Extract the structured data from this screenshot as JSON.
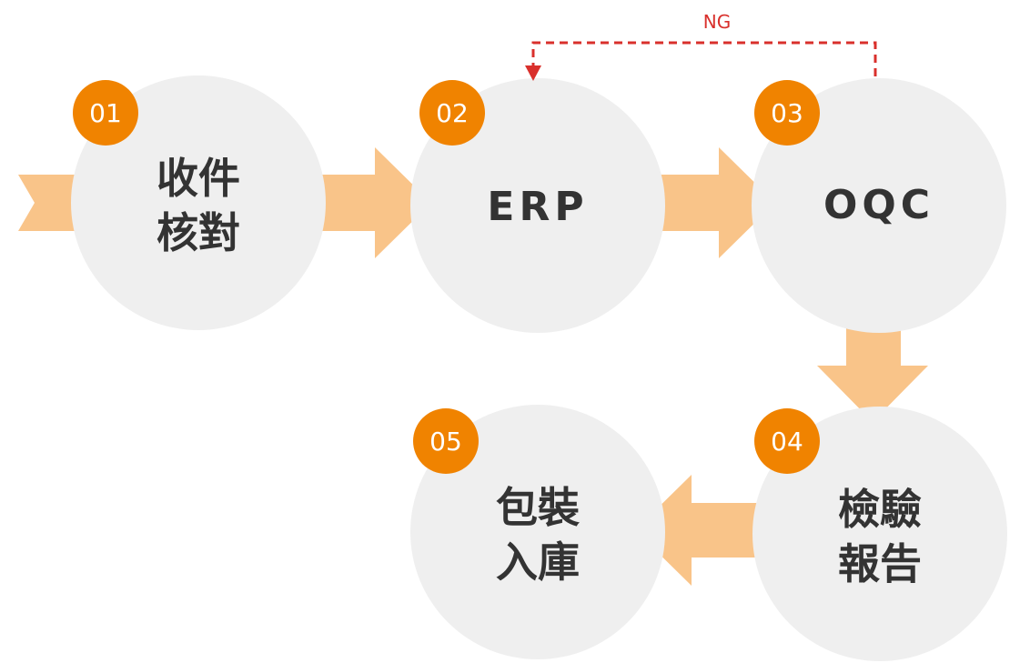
{
  "colors": {
    "arrow": "#f9c489",
    "circle": "#efefef",
    "badge": "#f08300",
    "label": "#333333",
    "ng": "#d9302c"
  },
  "steps": [
    {
      "number": "01",
      "lines": [
        "收件",
        "核對"
      ]
    },
    {
      "number": "02",
      "lines": [
        "ERP"
      ]
    },
    {
      "number": "03",
      "lines": [
        "OQC"
      ]
    },
    {
      "number": "04",
      "lines": [
        "檢驗",
        "報告"
      ]
    },
    {
      "number": "05",
      "lines": [
        "包裝",
        "入庫"
      ]
    }
  ],
  "feedback": {
    "label": "NG",
    "from_step": "03",
    "to_step": "02"
  }
}
